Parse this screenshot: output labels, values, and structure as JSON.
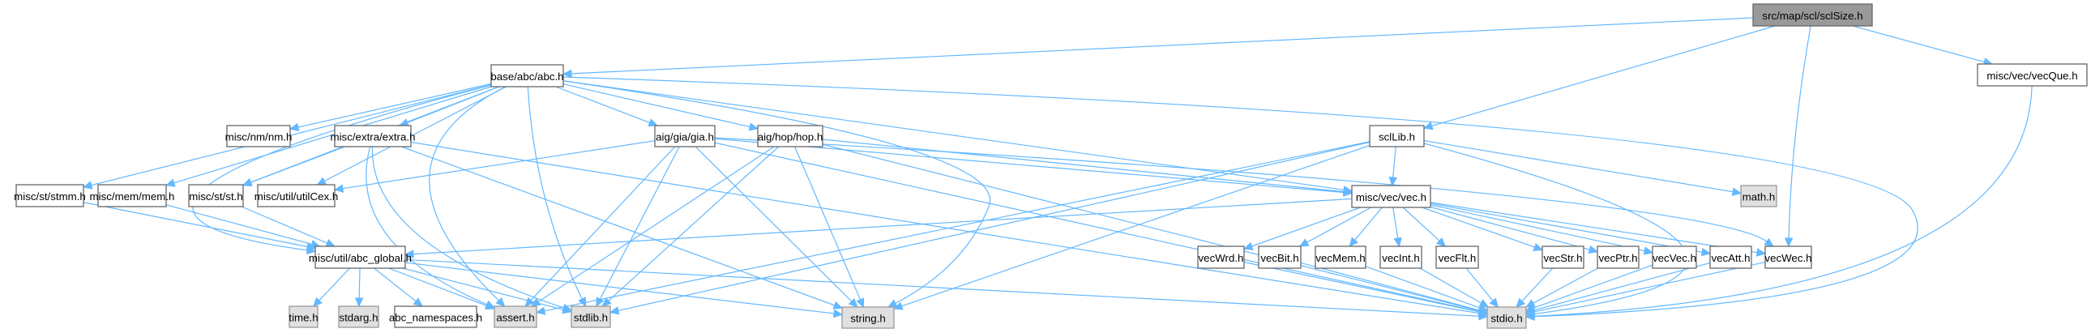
{
  "title": "src/map/scl/sclSize.h",
  "colors": {
    "edge": "#63b8ff",
    "root_fill": "#999999",
    "local_fill": "#ffffff",
    "system_fill": "#e0e0e0",
    "border": "#666666"
  },
  "nodes": [
    {
      "id": "sclSize",
      "label": "src/map/scl/sclSize.h",
      "kind": "root"
    },
    {
      "id": "abc",
      "label": "base/abc/abc.h",
      "kind": "local"
    },
    {
      "id": "vecQue",
      "label": "misc/vec/vecQue.h",
      "kind": "local"
    },
    {
      "id": "nm",
      "label": "misc/nm/nm.h",
      "kind": "local"
    },
    {
      "id": "extra",
      "label": "misc/extra/extra.h",
      "kind": "local"
    },
    {
      "id": "gia",
      "label": "aig/gia/gia.h",
      "kind": "local"
    },
    {
      "id": "hop",
      "label": "aig/hop/hop.h",
      "kind": "local"
    },
    {
      "id": "sclLib",
      "label": "sclLib.h",
      "kind": "local"
    },
    {
      "id": "stmm",
      "label": "misc/st/stmm.h",
      "kind": "local"
    },
    {
      "id": "mem",
      "label": "misc/mem/mem.h",
      "kind": "local"
    },
    {
      "id": "st",
      "label": "misc/st/st.h",
      "kind": "local"
    },
    {
      "id": "utilCex",
      "label": "misc/util/utilCex.h",
      "kind": "local"
    },
    {
      "id": "vec",
      "label": "misc/vec/vec.h",
      "kind": "local"
    },
    {
      "id": "math",
      "label": "math.h",
      "kind": "system"
    },
    {
      "id": "abc_global",
      "label": "misc/util/abc_global.h",
      "kind": "local"
    },
    {
      "id": "vecWrd",
      "label": "vecWrd.h",
      "kind": "local"
    },
    {
      "id": "vecBit",
      "label": "vecBit.h",
      "kind": "local"
    },
    {
      "id": "vecMem",
      "label": "vecMem.h",
      "kind": "local"
    },
    {
      "id": "vecInt",
      "label": "vecInt.h",
      "kind": "local"
    },
    {
      "id": "vecFlt",
      "label": "vecFlt.h",
      "kind": "local"
    },
    {
      "id": "vecStr",
      "label": "vecStr.h",
      "kind": "local"
    },
    {
      "id": "vecPtr",
      "label": "vecPtr.h",
      "kind": "local"
    },
    {
      "id": "vecVec",
      "label": "vecVec.h",
      "kind": "local"
    },
    {
      "id": "vecAtt",
      "label": "vecAtt.h",
      "kind": "local"
    },
    {
      "id": "vecWec",
      "label": "vecWec.h",
      "kind": "local"
    },
    {
      "id": "time",
      "label": "time.h",
      "kind": "system"
    },
    {
      "id": "stdarg",
      "label": "stdarg.h",
      "kind": "system"
    },
    {
      "id": "abc_namespaces",
      "label": "abc_namespaces.h",
      "kind": "local"
    },
    {
      "id": "assert",
      "label": "assert.h",
      "kind": "system"
    },
    {
      "id": "stdlib",
      "label": "stdlib.h",
      "kind": "system"
    },
    {
      "id": "string",
      "label": "string.h",
      "kind": "system"
    },
    {
      "id": "stdio",
      "label": "stdio.h",
      "kind": "system"
    }
  ],
  "edges": [
    [
      "sclSize",
      "abc"
    ],
    [
      "sclSize",
      "sclLib"
    ],
    [
      "sclSize",
      "vecWec"
    ],
    [
      "sclSize",
      "vecQue"
    ],
    [
      "vecQue",
      "stdio"
    ],
    [
      "abc",
      "nm"
    ],
    [
      "abc",
      "extra"
    ],
    [
      "abc",
      "gia"
    ],
    [
      "abc",
      "hop"
    ],
    [
      "abc",
      "stmm"
    ],
    [
      "abc",
      "mem"
    ],
    [
      "abc",
      "st"
    ],
    [
      "abc",
      "utilCex"
    ],
    [
      "abc",
      "vec"
    ],
    [
      "abc",
      "abc_global"
    ],
    [
      "abc",
      "assert"
    ],
    [
      "abc",
      "stdlib"
    ],
    [
      "abc",
      "string"
    ],
    [
      "abc",
      "stdio"
    ],
    [
      "extra",
      "st"
    ],
    [
      "extra",
      "assert"
    ],
    [
      "extra",
      "stdlib"
    ],
    [
      "extra",
      "string"
    ],
    [
      "extra",
      "stdio"
    ],
    [
      "gia",
      "utilCex"
    ],
    [
      "gia",
      "vec"
    ],
    [
      "gia",
      "vecWec"
    ],
    [
      "gia",
      "assert"
    ],
    [
      "gia",
      "stdlib"
    ],
    [
      "gia",
      "string"
    ],
    [
      "gia",
      "stdio"
    ],
    [
      "hop",
      "vec"
    ],
    [
      "hop",
      "assert"
    ],
    [
      "hop",
      "stdlib"
    ],
    [
      "hop",
      "string"
    ],
    [
      "hop",
      "stdio"
    ],
    [
      "sclLib",
      "vec"
    ],
    [
      "sclLib",
      "math"
    ],
    [
      "sclLib",
      "assert"
    ],
    [
      "sclLib",
      "stdlib"
    ],
    [
      "sclLib",
      "string"
    ],
    [
      "sclLib",
      "stdio"
    ],
    [
      "stmm",
      "abc_global"
    ],
    [
      "mem",
      "abc_global"
    ],
    [
      "st",
      "abc_global"
    ],
    [
      "vec",
      "abc_global"
    ],
    [
      "vec",
      "vecWrd"
    ],
    [
      "vec",
      "vecBit"
    ],
    [
      "vec",
      "vecMem"
    ],
    [
      "vec",
      "vecInt"
    ],
    [
      "vec",
      "vecFlt"
    ],
    [
      "vec",
      "vecStr"
    ],
    [
      "vec",
      "vecPtr"
    ],
    [
      "vec",
      "vecVec"
    ],
    [
      "vec",
      "vecAtt"
    ],
    [
      "vec",
      "vecWec"
    ],
    [
      "abc_global",
      "time"
    ],
    [
      "abc_global",
      "stdarg"
    ],
    [
      "abc_global",
      "abc_namespaces"
    ],
    [
      "abc_global",
      "assert"
    ],
    [
      "abc_global",
      "stdlib"
    ],
    [
      "abc_global",
      "string"
    ],
    [
      "abc_global",
      "stdio"
    ],
    [
      "vecWrd",
      "stdio"
    ],
    [
      "vecBit",
      "stdio"
    ],
    [
      "vecMem",
      "stdio"
    ],
    [
      "vecInt",
      "stdio"
    ],
    [
      "vecFlt",
      "stdio"
    ],
    [
      "vecStr",
      "stdio"
    ],
    [
      "vecPtr",
      "stdio"
    ],
    [
      "vecVec",
      "stdio"
    ],
    [
      "vecAtt",
      "stdio"
    ],
    [
      "vecWec",
      "stdio"
    ]
  ]
}
